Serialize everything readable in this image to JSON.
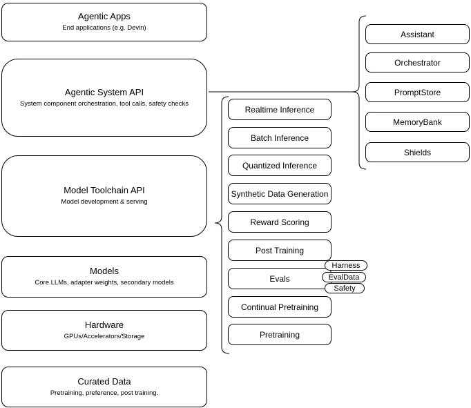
{
  "diagram": {
    "left_column": {
      "items": [
        {
          "title": "Agentic Apps",
          "subtitle": "End applications (e.g. Devin)"
        },
        {
          "title": "Agentic System API",
          "subtitle": "System component orchestration, tool calls, safety checks"
        },
        {
          "title": "Model Toolchain API",
          "subtitle": "Model development & serving"
        },
        {
          "title": "Models",
          "subtitle": "Core LLMs, adapter weights, secondary models"
        },
        {
          "title": "Hardware",
          "subtitle": "GPUs/Accelerators/Storage"
        },
        {
          "title": "Curated Data",
          "subtitle": "Pretraining, preference, post training."
        }
      ]
    },
    "toolchain_column": {
      "items": [
        "Realtime Inference",
        "Batch Inference",
        "Quantized Inference",
        "Synthetic Data Generation",
        "Reward Scoring",
        "Post Training",
        "Evals",
        "Continual Pretraining",
        "Pretraining"
      ],
      "eval_tags": [
        "Harness",
        "EvalData",
        "Safety"
      ]
    },
    "system_components_column": {
      "items": [
        "Assistant",
        "Orchestrator",
        "PromptStore",
        "MemoryBank",
        "Shields"
      ]
    },
    "colors": {
      "border": "#000000",
      "background": "#ffffff",
      "text": "#000000"
    }
  }
}
